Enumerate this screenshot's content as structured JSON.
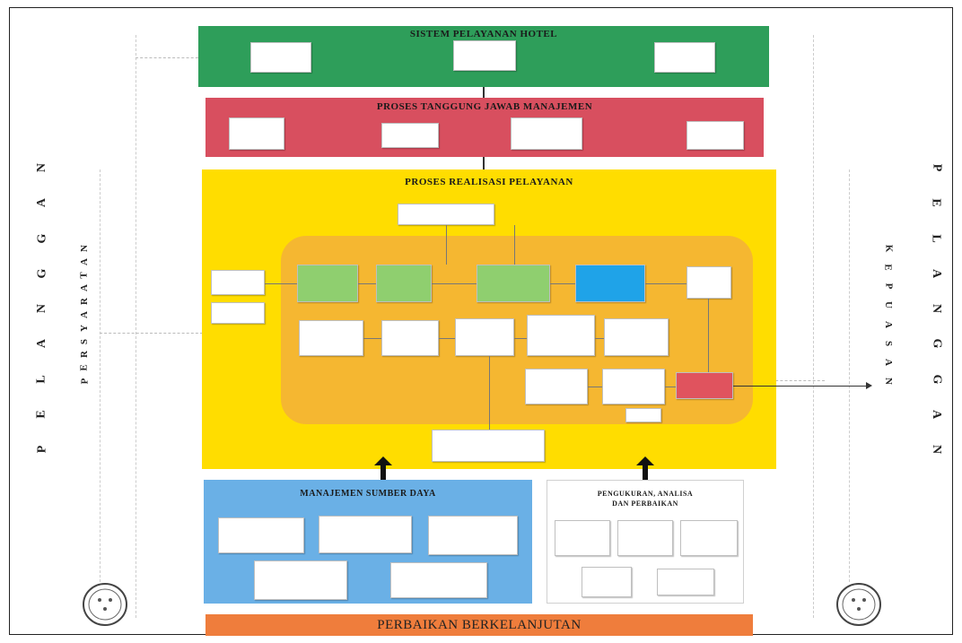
{
  "colors": {
    "green": "#2e9e5a",
    "red": "#d84f5f",
    "yellow": "#ffdd00",
    "orange_inner": "#f5b731",
    "blue": "#6ab0e6",
    "orange_bar": "#ef7d3c",
    "box_green": "#8fcf6f",
    "box_blue": "#1fa3e8",
    "box_red": "#e0535e"
  },
  "left": {
    "outer_letters": [
      "P",
      "E",
      "L",
      "A",
      "N",
      "G",
      "G",
      "A",
      "N"
    ],
    "inner_letters": [
      "P",
      "E",
      "R",
      "S",
      "Y",
      "A",
      "R",
      "A",
      "T",
      "A",
      "N"
    ]
  },
  "right": {
    "outer_letters": [
      "P",
      "E",
      "L",
      "A",
      "N",
      "G",
      "G",
      "A",
      "N"
    ],
    "inner_letters": [
      "K",
      "E",
      "P",
      "U",
      "A",
      "S",
      "A",
      "N"
    ]
  },
  "green_section": {
    "title": "SISTEM PELAYANAN HOTEL",
    "boxes": [
      "",
      "",
      ""
    ]
  },
  "red_section": {
    "title": "PROSES TANGGUNG JAWAB MANAJEMEN",
    "boxes": [
      "",
      "",
      "",
      ""
    ]
  },
  "yellow_section": {
    "title": "PROSES REALISASI PELAYANAN",
    "top_box": "",
    "side_boxes": [
      "",
      ""
    ],
    "row1": [
      "",
      "",
      "",
      ""
    ],
    "row1_end": "",
    "row2": [
      "",
      "",
      "",
      "",
      ""
    ],
    "row3": [
      "",
      "",
      ""
    ],
    "small_box": "",
    "bottom_box": [
      "",
      ""
    ]
  },
  "blue_section": {
    "title": "MANAJEMEN SUMBER DAYA",
    "boxes": [
      "",
      "",
      "",
      "",
      ""
    ]
  },
  "white_section": {
    "title_line1": "PENGUKURAN, ANALISA",
    "title_line2": "DAN PERBAIKAN",
    "boxes": [
      "",
      "",
      "",
      "",
      ""
    ]
  },
  "bottom_bar": {
    "title": "PERBAIKAN BERKELANJUTAN"
  }
}
